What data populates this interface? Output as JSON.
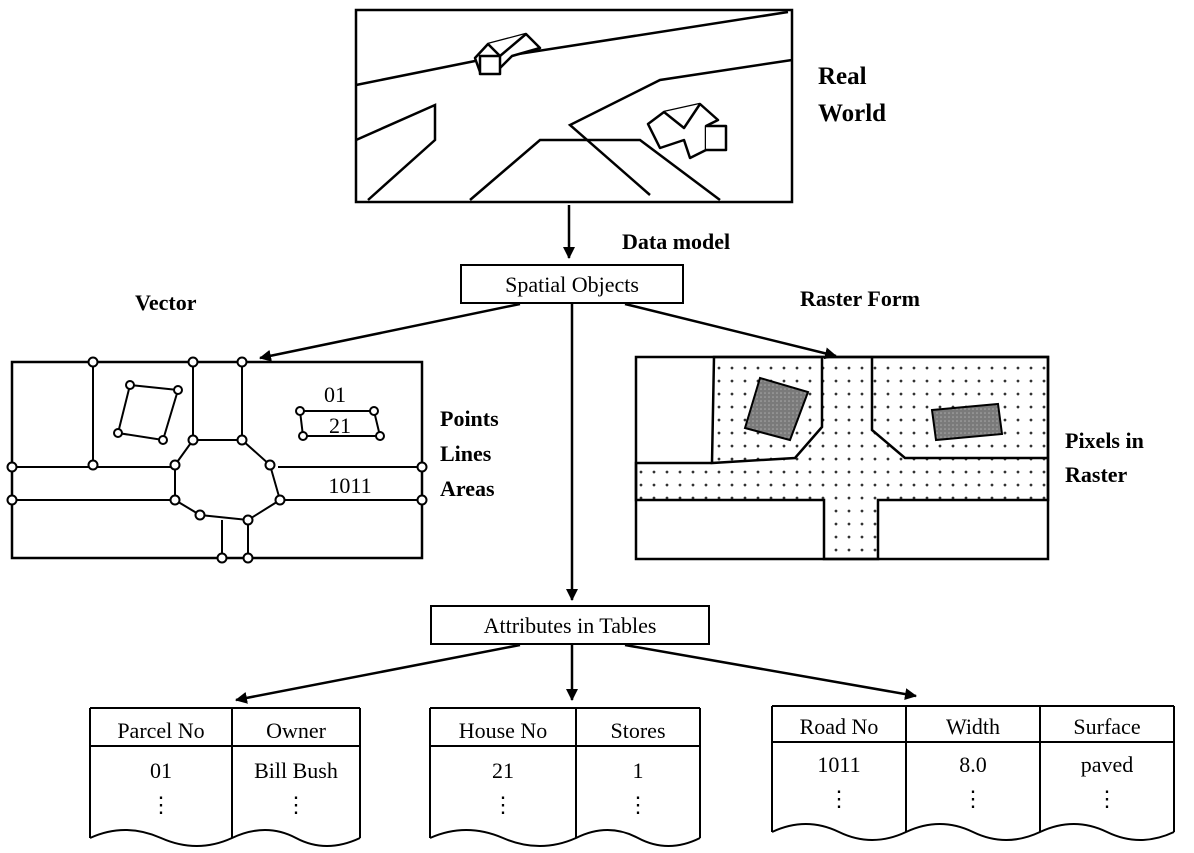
{
  "real_world": {
    "label_line1": "Real",
    "label_line2": "World"
  },
  "data_model_label": "Data model",
  "spatial_objects_label": "Spatial Objects",
  "vector": {
    "title": "Vector",
    "parcel_no": "01",
    "house_no": "21",
    "road_no": "1011",
    "legend": [
      "Points",
      "Lines",
      "Areas"
    ]
  },
  "raster": {
    "title": "Raster Form",
    "legend_line1": "Pixels in",
    "legend_line2": "Raster"
  },
  "attributes_label": "Attributes in Tables",
  "tables": [
    {
      "headers": [
        "Parcel No",
        "Owner"
      ],
      "row": [
        "01",
        "Bill Bush"
      ]
    },
    {
      "headers": [
        "House No",
        "Stores"
      ],
      "row": [
        "21",
        "1"
      ]
    },
    {
      "headers": [
        "Road No",
        "Width",
        "Surface"
      ],
      "row": [
        "1011",
        "8.0",
        "paved"
      ]
    }
  ],
  "colors": {
    "ink": "#000000",
    "paper": "#ffffff",
    "building_fill": "#7a7a7a",
    "dot": "#333333"
  }
}
